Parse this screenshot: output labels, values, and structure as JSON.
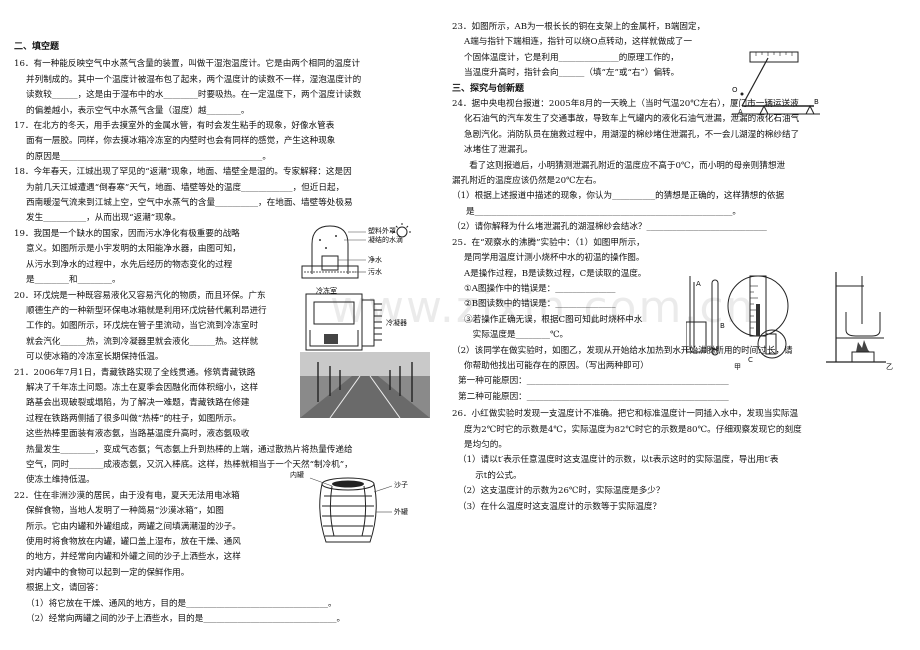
{
  "left": {
    "section_title": "二、填空题",
    "q16": [
      "16．有一种能反映空气中水蒸气含量的装置，叫做干湿泡温度计。它是由两个相同的温度计",
      "并列制成的。其中一个温度计被湿布包了起来，两个温度计的读数不一样，湿泡温度计的",
      "读数较______，这是由于湿布中的水________时要吸热。在一定温度下，两个温度计读数",
      "的偏差越小，表示空气中水蒸气含量（湿度）越________。"
    ],
    "q17": [
      "17．在北方的冬天，用手去摸室外的金属水管，有时会发生粘手的现象，好像水管表",
      "面有一层胶。同样，你去摸冰箱冷冻室的内壁时也会有同样的感觉，产生这种现象",
      "的原因是_______________________________________________。"
    ],
    "q18": [
      "18．今年春天，江城出现了罕见的“返潮”现象，地面、墙壁全是湿的。专家解释：这是因",
      "为前几天江城遭遇“倒春寒”天气，地面、墙壁等处的温度____________，但近日起，",
      "西南暖湿气流来到江城上空，空气中水蒸气的含量__________，在地面、墙壁等处极易",
      "发生__________，从而出现“返潮”现象。"
    ],
    "q19": [
      "19．我国是一个缺水的国家，因而污水净化有极重要的战略",
      "意义。如图所示是小宇发明的太阳能净水器，由图可知，",
      "从污水到净水的过程中，水先后经历的物态变化的过程",
      "是________和________。"
    ],
    "q20": [
      "20．环戊烷是一种既容易液化又容易汽化的物质，而且环保。广东",
      "顺德生产的一种新型环保电冰箱就是利用环戊烷替代氟利昂进行",
      "工作的。如图所示，环戊烷在管子里流动，当它流到冷冻室时",
      "就会汽化______热，流到冷凝器里就会液化______热。这样就",
      "可以使冰箱的冷冻室长期保持低温。"
    ],
    "q21": [
      "21．2006年7月1日，青藏铁路实现了全线贯通。修筑青藏铁路",
      "解决了千年冻土问题。冻土在夏季会因融化而体积缩小，这样",
      "路基会出现破裂或塌陷，为了解决一难题，青藏铁路在修建",
      "过程在铁路两侧插了很多叫做“热棒”的柱子，如图所示。",
      "这些热棒里面装有液态氨，当路基温度升高时，液态氨吸收",
      "热量发生________，变成气态氨；气态氨上升到热棒的上端，通过散热片将热量传递给",
      "空气，同时________成液态氨，又沉入棒底。这样，热棒就相当于一个天然“制冷机”，",
      "使冻土维持低温。"
    ],
    "q22": [
      "22．住在非洲沙漠的居民，由于没有电，夏天无法用电冰箱",
      "保鲜食物，当地人发明了一种简易“沙漠冰箱”，如图",
      "所示。它由内罐和外罐组成，两罐之间填满潮湿的沙子。",
      "使用时将食物放在内罐，罐口盖上湿布，放在干燥、通风",
      "的地方，并经常向内罐和外罐之间的沙子上洒些水，这样",
      "对内罐中的食物可以起到一定的保鲜作用。",
      "根据上文，请回答：",
      "（1）将它放在干燥、通风的地方，目的是_________________________________。",
      "（2）经常向两罐之间的沙子上洒些水，目的是_______________________________。"
    ],
    "fig19_labels": [
      "污水",
      "净水",
      "塑料外罩",
      "凝结的水滴"
    ],
    "fig20_labels": [
      "冷冻室",
      "冷凝器"
    ],
    "fig22_labels": [
      "内罐",
      "沙子",
      "外罐"
    ]
  },
  "right": {
    "q23": [
      "23．如图所示，AB为一根长长的铜在支架上的金属杆，B端固定，",
      "A端与指针下端相连，指针可以绕O点转动，这样就做成了一",
      "个固体温度计，它是利用______________的原理工作的，",
      "当温度升高时，指针会向______（填“左”或“右”）偏转。"
    ],
    "section3_title": "三、探究与创新题",
    "q24": [
      "24．据中央电视台报道：2005年8月的一天晚上（当时气温20℃左右），厦门市一辆运送液",
      "化石油气的汽车发生了交通事故，导致车上气罐内的液化石油气泄漏，泄漏的液化石油气",
      "急剧汽化。消防队员在施救过程中，用湖湿的棉纱堵住泄漏孔，不一会儿湖湿的棉纱结了",
      "冰堵住了泄漏孔。",
      "　　看了这则报道后，小明猜测泄漏孔附近的温度应不高于0℃，而小明的母亲则猜想泄",
      "漏孔附近的温度应该仍然是20℃左右。",
      "（1）根据上述报道中描述的现象，你认为__________的猜想是正确的，这样猜想的依据",
      "是____________________________________________________________。",
      "（2）请你解释为什么堵泄漏孔的湖湿棉纱会结冰？____________________________"
    ],
    "q25": [
      "25．在“观察水的沸腾”实验中：（1）如图甲所示，",
      "是同学用温度计测小烧杯中水的初温的操作图。",
      "A是操作过程，B是读数过程，C是读取的温度。",
      "①A图操作中的错误是：______________",
      "②B图读数中的错误是：______________",
      "③若操作正确无误，根据C图可知此时烧杯中水",
      "　实际温度是________℃。",
      "（2）该同学在做实验时，如图乙，发现从开始给水加热到水开始沸腾所用的时间过长，请",
      "你帮助他找出可能存在的原因。（写出两种即可）",
      "第一种可能原因：_______________________________________________",
      "第二种可能原因：_______________________________________________"
    ],
    "q26": [
      "26．小红做实验时发现一支温度计不准确。把它和标准温度计一同插入水中，发现当实际温",
      "度为2℃时它的示数是4℃，实际温度为82℃时它的示数是80℃。仔细观察发现它的刻度",
      "是均匀的。",
      "（1）请以t′表示任意温度时这支温度计的示数，以t表示这时的实际温度，导出用t′表",
      "　　示t的公式。",
      "（2）这支温度计的示数为26℃时，实际温度是多少？",
      "（3）在什么温度时这支温度计的示数等于实际温度？"
    ],
    "fig23_labels": [
      "A",
      "B",
      "O"
    ],
    "fig25_labels": [
      "A",
      "B",
      "C",
      "甲",
      "乙"
    ]
  },
  "watermark": "www.zixin.com.cn"
}
